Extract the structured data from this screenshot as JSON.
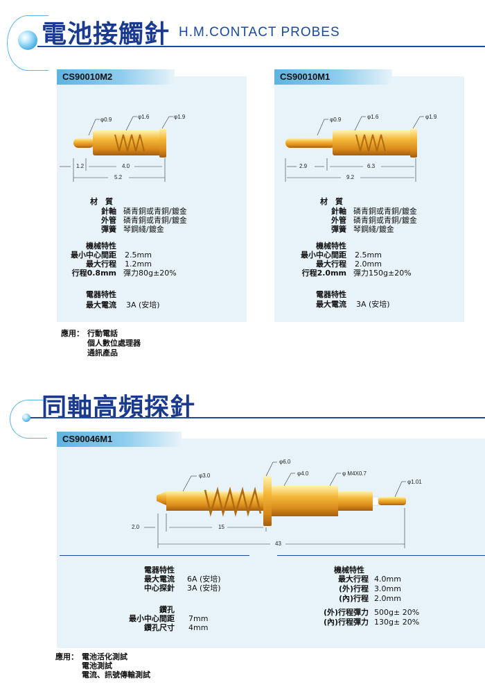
{
  "section1": {
    "title": "電池接觸針",
    "subtitle": "H.M.CONTACT PROBES"
  },
  "probe_m2": {
    "model": "CS90010M2",
    "dims": {
      "d1": "φ0.9",
      "d2": "φ1.6",
      "d3": "φ1.9",
      "l1": "1.2",
      "l2": "4.0",
      "l3": "5.2"
    },
    "material_title": "材　質",
    "materials": [
      {
        "label": "針軸",
        "value": "磷青銅或青銅/鍍金"
      },
      {
        "label": "外管",
        "value": "磷青銅或青銅/鍍金"
      },
      {
        "label": "彈簧",
        "value": "琴鋼綫/鍍金"
      }
    ],
    "mech_title": "機械特性",
    "mech": [
      {
        "label": "最小中心間距",
        "value": "2.5mm"
      },
      {
        "label": "最大行程",
        "value": "1.2mm"
      },
      {
        "label": "行程0.8mm",
        "value": "彈力80g±20%"
      }
    ],
    "elec_title": "電器特性",
    "elec": [
      {
        "label": "最大電流",
        "value": "3A (安培)"
      }
    ]
  },
  "probe_m1": {
    "model": "CS90010M1",
    "dims": {
      "d1": "φ0.9",
      "d2": "φ1.6",
      "d3": "φ1.9",
      "l1": "2.9",
      "l2": "6.3",
      "l3": "9.2"
    },
    "material_title": "材　質",
    "materials": [
      {
        "label": "針軸",
        "value": "磷青銅或青銅/鍍金"
      },
      {
        "label": "外管",
        "value": "磷青銅或青銅/鍍金"
      },
      {
        "label": "彈簧",
        "value": "琴鋼綫/鍍金"
      }
    ],
    "mech_title": "機械特性",
    "mech": [
      {
        "label": "最小中心間距",
        "value": "2.5mm"
      },
      {
        "label": "最大行程",
        "value": "2.0mm"
      },
      {
        "label": "行程2.0mm",
        "value": "彈力150g±20%"
      }
    ],
    "elec_title": "電器特性",
    "elec": [
      {
        "label": "最大電流",
        "value": "3A (安培)"
      }
    ]
  },
  "app1": {
    "label": "應用：",
    "items": [
      "行動電話",
      "個人數位處理器",
      "通訊產品"
    ]
  },
  "section2": {
    "title": "同軸高頻探針"
  },
  "probe_coax": {
    "model": "CS90046M1",
    "dims": {
      "d60": "φ6.0",
      "d30": "φ3.0",
      "d40": "φ4.0",
      "m4": "φ M4X0.7",
      "d101": "φ1.01",
      "l20": "2.0",
      "l15": "15",
      "l43": "43"
    },
    "elec_title": "電器特性",
    "elec": [
      {
        "label": "最大電流",
        "value": "6A (安培)"
      },
      {
        "label": "中心探針",
        "value": "3A (安培)"
      }
    ],
    "hole_title": "鑽孔",
    "hole": [
      {
        "label": "最小中心間距",
        "value": "7mm"
      },
      {
        "label": "鑽孔尺寸",
        "value": "4mm"
      }
    ],
    "mech_title": "機械特性",
    "mech": [
      {
        "label": "最大行程",
        "value": "4.0mm"
      },
      {
        "label": "(外)行程",
        "value": "3.0mm"
      },
      {
        "label": "(內)行程",
        "value": "2.0mm"
      }
    ],
    "force": [
      {
        "label": "(外)行程彈力",
        "value": "500g± 20%"
      },
      {
        "label": "(內)行程彈力",
        "value": "130g± 20%"
      }
    ]
  },
  "app2": {
    "label": "應用：",
    "items": [
      "電池活化測試",
      "電池測試",
      "電流、訊號傳輸測試"
    ]
  },
  "colors": {
    "heading": "#1a3a8f",
    "panel": "#e8f3f9",
    "label_bar": "#5fb3e0",
    "gold": "#e8a020"
  }
}
